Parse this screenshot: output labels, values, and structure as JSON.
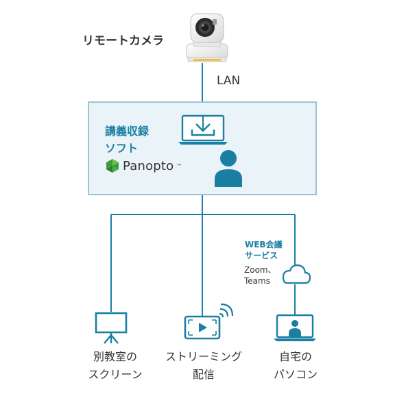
{
  "diagram": {
    "camera_label": "リモートカメラ",
    "network_label": "LAN",
    "lecture_software": {
      "line1": "講義収録",
      "line2": "ソフト",
      "product_name": "Panopto",
      "product_mark": "™"
    },
    "web_meeting": {
      "title_line1": "WEB会議",
      "title_line2": "サービス",
      "detail_line1": "Zoom、",
      "detail_line2": "Teams"
    },
    "outputs": [
      {
        "line1": "別教室の",
        "line2": "スクリーン"
      },
      {
        "line1": "ストリーミング",
        "line2": "配信"
      },
      {
        "line1": "自宅の",
        "line2": "パソコン"
      }
    ],
    "colors": {
      "line": "#1a7fa2",
      "box_fill": "#eaf3f8",
      "box_border": "#9bc3d6",
      "accent_text": "#1a7fa2",
      "panopto_green": "#3f9b3a"
    }
  }
}
